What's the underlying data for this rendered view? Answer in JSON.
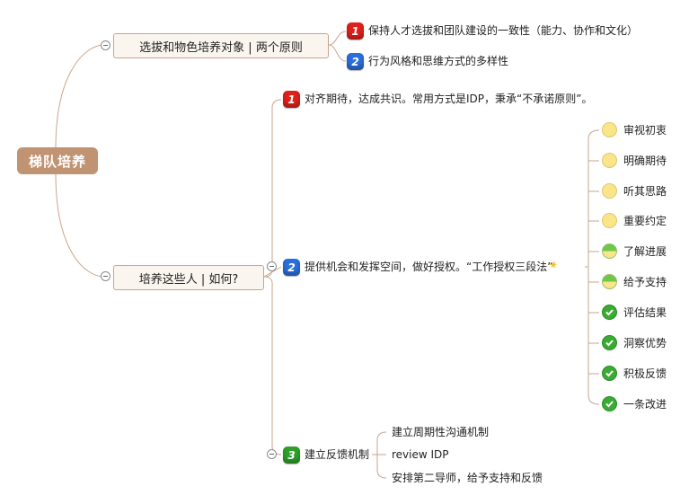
{
  "root": {
    "label": "梯队培养"
  },
  "branch1": {
    "label": "选拔和物色培养对象 | 两个原则",
    "items": [
      {
        "num": "1",
        "text": "保持人才选拔和团队建设的一致性（能力、协作和文化）"
      },
      {
        "num": "2",
        "text": "行为风格和思维方式的多样性"
      }
    ]
  },
  "branch2": {
    "label": "培养这些人 | 如何?",
    "items": [
      {
        "num": "1",
        "text": "对齐期待，达成共识。常用方式是IDP，秉承“不承诺原则”。"
      },
      {
        "num": "2",
        "text": "提供机会和发挥空间，做好授权。“工作授权三段法”"
      },
      {
        "num": "3",
        "text": "建立反馈机制"
      }
    ],
    "steps": [
      {
        "label": "审视初衷",
        "status": "empty"
      },
      {
        "label": "明确期待",
        "status": "empty"
      },
      {
        "label": "听其思路",
        "status": "empty"
      },
      {
        "label": "重要约定",
        "status": "empty"
      },
      {
        "label": "了解进展",
        "status": "half"
      },
      {
        "label": "给予支持",
        "status": "half"
      },
      {
        "label": "评估结果",
        "status": "done"
      },
      {
        "label": "洞察优势",
        "status": "done"
      },
      {
        "label": "积极反馈",
        "status": "done"
      },
      {
        "label": "一条改进",
        "status": "done"
      }
    ],
    "feedback_items": [
      "建立周期性沟通机制",
      "review IDP",
      "安排第二导师，给予支持和反馈"
    ]
  },
  "colors": {
    "root": "#c09373",
    "connector": "#c9a58c",
    "red": "#e0201a",
    "blue": "#2b6fdc",
    "green": "#2ea02a"
  },
  "icons": {
    "spark": "sparkle-icon",
    "collapse": "collapse-icon"
  }
}
